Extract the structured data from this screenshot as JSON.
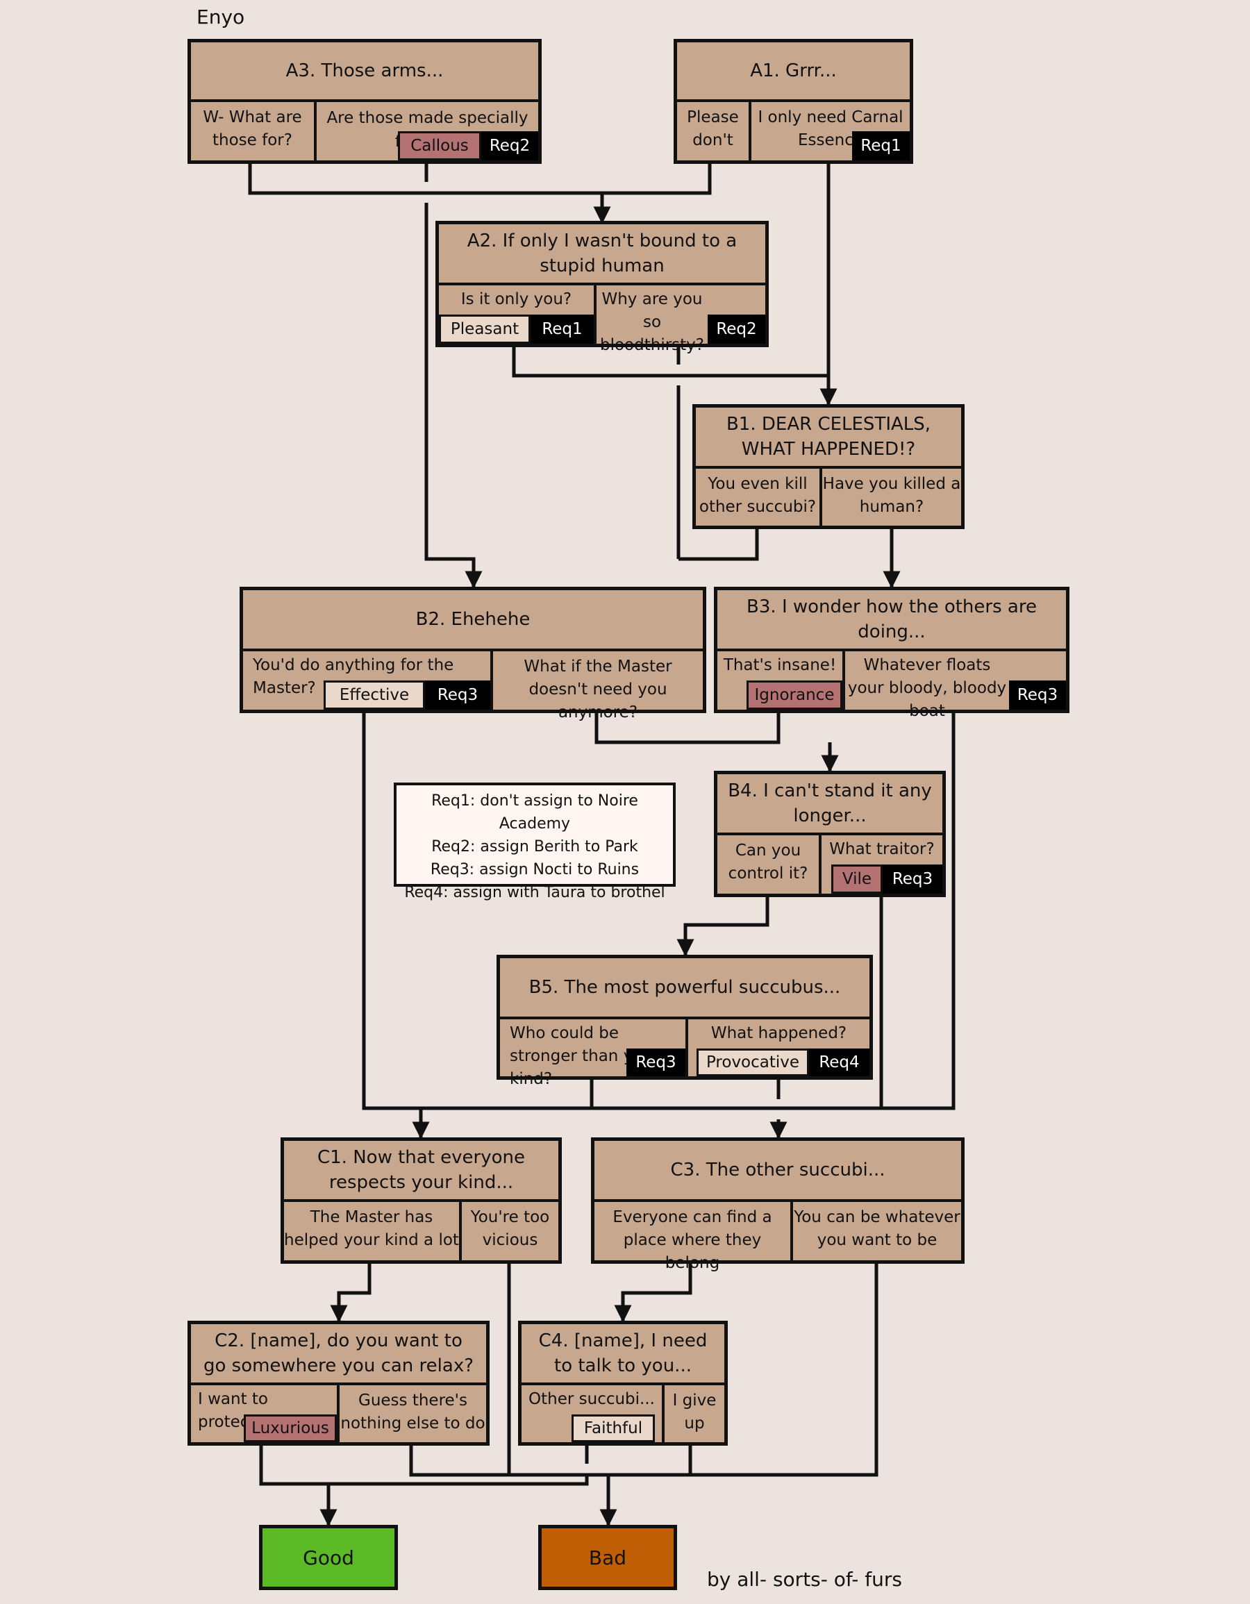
{
  "header": {
    "character": "Enyo"
  },
  "nodes": {
    "A3": {
      "title": "A3. Those arms...",
      "options": [
        "W- What are those for?",
        "Are those made specially for you?"
      ],
      "tags": [
        "Callous",
        "Req2"
      ]
    },
    "A1": {
      "title": "A1. Grrr...",
      "options": [
        "Please don't",
        "I only need Carnal Essence"
      ],
      "tags": [
        "Req1"
      ]
    },
    "A2": {
      "title": "A2. If only I wasn't bound to a stupid human",
      "options": [
        "Is it only you?",
        "Why are you so bloodthirsty?"
      ],
      "tags": [
        "Pleasant",
        "Req1",
        "Req2"
      ]
    },
    "B1": {
      "title": "B1. DEAR CELESTIALS, WHAT HAPPENED!?",
      "options": [
        "You even kill other succubi?",
        "Have you killed a human?"
      ]
    },
    "B2": {
      "title": "B2. Ehehehe",
      "options": [
        "You'd do anything for the Master?",
        "What if the Master doesn't need you anymore?"
      ],
      "tags": [
        "Effective",
        "Req3"
      ]
    },
    "B3": {
      "title": "B3. I wonder how the others are doing...",
      "options": [
        "That's insane!",
        "Whatever floats your bloody, bloody boat"
      ],
      "tags": [
        "Ignorance",
        "Req3"
      ]
    },
    "B4": {
      "title": "B4. I can't stand it any longer...",
      "options": [
        "Can you control it?",
        "What traitor?"
      ],
      "tags": [
        "Vile",
        "Req3"
      ]
    },
    "B5": {
      "title": "B5. The most powerful succubus...",
      "options": [
        "Who could be stronger than your kind?",
        "What happened?"
      ],
      "tags": [
        "Req3",
        "Provocative",
        "Req4"
      ]
    },
    "C1": {
      "title": "C1. Now that everyone respects your kind...",
      "options": [
        "The Master has helped your kind a lot",
        "You're too vicious"
      ]
    },
    "C3": {
      "title": "C3. The other succubi...",
      "options": [
        "Everyone can find a place where they belong",
        "You can be whatever you want to be"
      ]
    },
    "C2": {
      "title": "C2. [name], do you want to go somewhere you can relax?",
      "options": [
        "I want to protect you",
        "Guess there's nothing else to do"
      ],
      "tags": [
        "Luxurious"
      ]
    },
    "C4": {
      "title": "C4. [name], I need to talk to you...",
      "options": [
        "Other succubi...",
        "I give up"
      ],
      "tags": [
        "Faithful"
      ]
    }
  },
  "legend": [
    "Req1: don't assign to Noire Academy",
    "Req2: assign Berith to Park",
    "Req3: assign Nocti to Ruins",
    "Req4: assign with Taura to brothel"
  ],
  "endings": {
    "good": "Good",
    "bad": "Bad"
  },
  "credit": "by all- sorts- of- furs",
  "colors": {
    "background": "#ece3de",
    "node": "#c8a78f",
    "good": "#5dba27",
    "bad": "#bf5e05",
    "negative_tag": "#b57272",
    "positive_tag": "#ead8ca"
  }
}
